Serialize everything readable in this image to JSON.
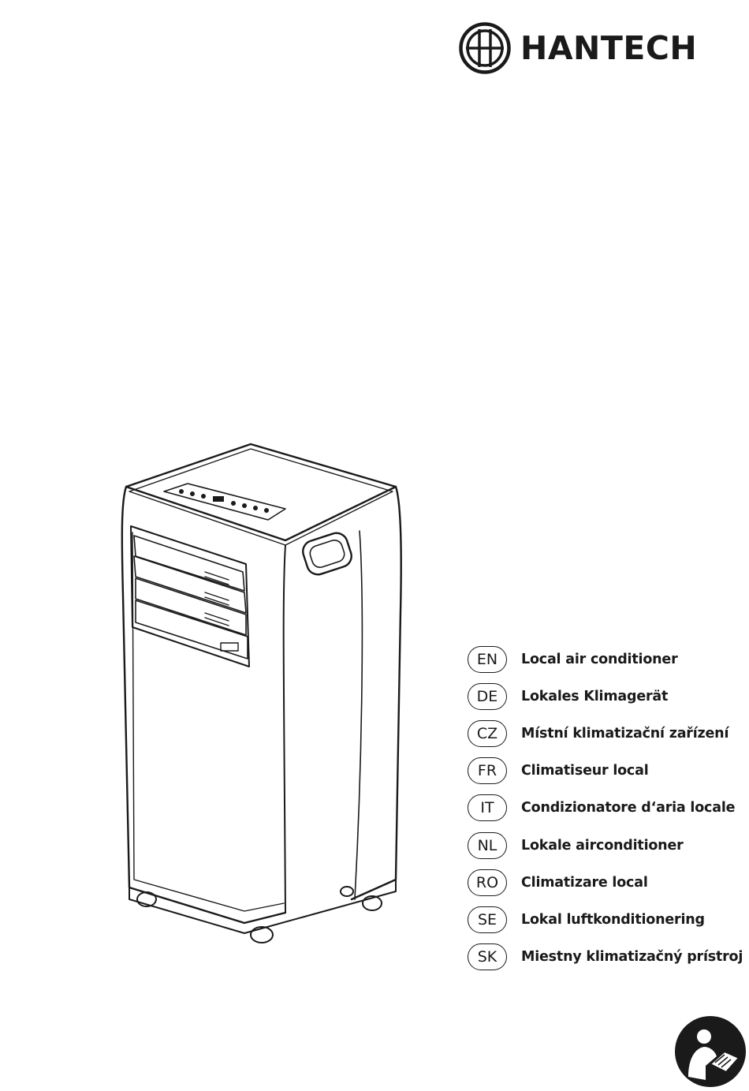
{
  "brand": {
    "name": "HANTECH",
    "logo_icon": "circle-grid-logo-icon"
  },
  "product_icon": "portable-air-conditioner-illustration",
  "languages": [
    {
      "code": "EN",
      "title": "Local air conditioner"
    },
    {
      "code": "DE",
      "title": "Lokales Klimagerät"
    },
    {
      "code": "CZ",
      "title": "Místní klimatizační zařízení"
    },
    {
      "code": "FR",
      "title": "Climatiseur local"
    },
    {
      "code": "IT",
      "title": "Condizionatore d‘aria locale"
    },
    {
      "code": "NL",
      "title": "Lokale airconditioner"
    },
    {
      "code": "RO",
      "title": "Climatizare local"
    },
    {
      "code": "SE",
      "title": "Lokal luftkonditionering"
    },
    {
      "code": "SK",
      "title": "Miestny klimatizačný prístroj"
    }
  ],
  "footer_icon": "read-manual-icon",
  "colors": {
    "ink": "#1a1a1a",
    "background": "#ffffff"
  }
}
